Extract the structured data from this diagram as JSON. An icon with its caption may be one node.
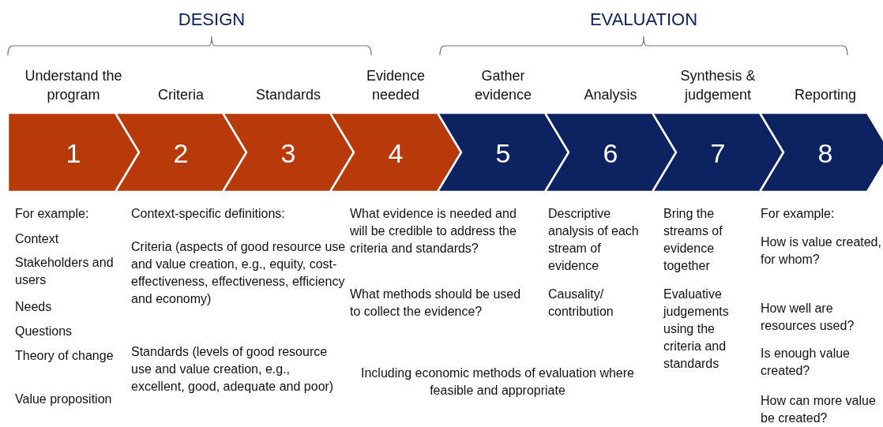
{
  "diagram": {
    "nodes": [
      {
        "text": [
          "Understand the program",
          "1"
        ],
        "beside": [
          "For example:",
          "Context",
          "Stakeholders and users",
          "Needs",
          "Questions",
          "Theory of change",
          "Value proposition"
        ]
      },
      {
        "text": [
          "Criteria",
          "2"
        ],
        "beside": [
          "Context-specific definitions:",
          "Criteria (aspects of good resource use and value creation, e.g., equity, cost-effectiveness, effectiveness, efficiency and economy)"
        ]
      },
      {
        "text": [
          "Standards",
          "3"
        ]
      },
      {
        "text": [
          "Evidence needed",
          "4"
        ],
        "beside": [
          "What evidence is needed and will be credible to address the criteria and standards?",
          "What methods should be used to collect the evidence?"
        ]
      },
      {
        "text": [
          "Gather evidence",
          "5"
        ]
      },
      {
        "text": [
          "Analysis",
          "6"
        ],
        "beside": [
          "Descriptive analysis of each stream of evidence",
          "Causality/ contribution"
        ]
      },
      {
        "text": [
          "Synthesis & judgement",
          "7"
        ],
        "beside": [
          "Bring the streams of evidence together",
          "Evaluative judgements using the criteria and standards"
        ]
      },
      {
        "text": [
          "Reporting",
          "8"
        ],
        "beside": [
          "For example:",
          "How is value created, for whom?",
          "How well are resources used?",
          "Is enough value created?",
          "How can more value be created?"
        ]
      }
    ],
    "edges": [],
    "labels": [
      "DESIGN",
      "EVALUATION",
      "Standards (levels of good resource use and value creation, e.g., excellent, good, adequate and poor)",
      "Including economic methods of evaluation where feasible and appropriate"
    ]
  }
}
